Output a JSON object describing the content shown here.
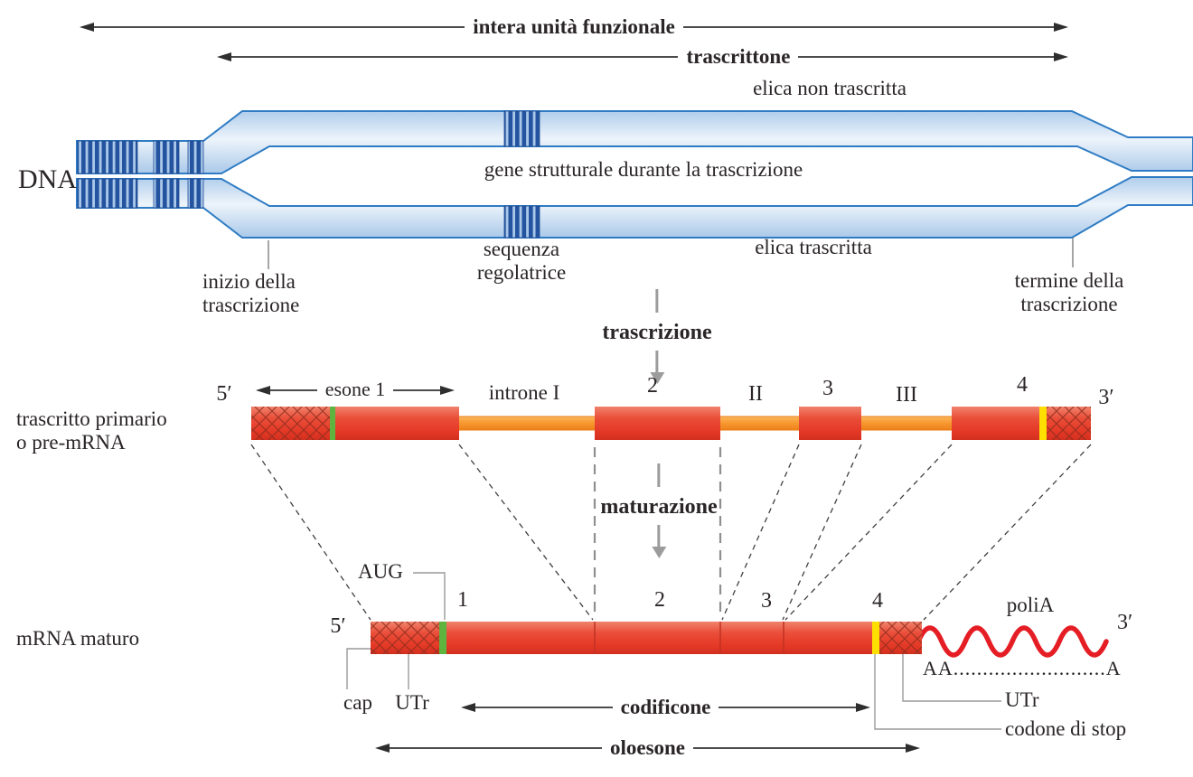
{
  "arrows": {
    "full_unit_label": "intera unità funzionale",
    "transcripton_label": "trascrittone",
    "exon1_label": "esone 1",
    "coding_label": "codificone",
    "holoexon_label": "oloesone"
  },
  "dna": {
    "label": "DNA",
    "nontranscribed_strand": "elica non trascritta",
    "structural_gene": "gene strutturale durante la trascrizione",
    "transcribed_strand": "elica trascritta",
    "regulatory_seq": {
      "line1": "sequenza",
      "line2": "regolatrice"
    },
    "transcription_start": {
      "line1": "inizio della",
      "line2": "trascrizione"
    },
    "transcription_end": {
      "line1": "termine della",
      "line2": "trascrizione"
    }
  },
  "process": {
    "transcription": "trascrizione",
    "maturation": "maturazione"
  },
  "pre_mrna": {
    "side_label": {
      "line1": "trascritto primario",
      "line2": "o pre-mRNA"
    },
    "five_prime": "5′",
    "three_prime": "3′",
    "intron1": "introne I",
    "exon2": "2",
    "intron2": "II",
    "exon3": "3",
    "intron3": "III",
    "exon4": "4"
  },
  "mrna": {
    "side_label": "mRNA maturo",
    "five_prime": "5′",
    "three_prime": "3′",
    "aug": "AUG",
    "seg1": "1",
    "seg2": "2",
    "seg3": "3",
    "seg4": "4",
    "polya": "poliA",
    "aa_tail": "AA..........................A",
    "cap": "cap",
    "utr_left": "UTr",
    "utr_right": "UTr",
    "stop_codon": "codone di stop"
  },
  "colors": {
    "dna_outline": "#2f7cc4",
    "dna_stripe": "#24549f",
    "exon_red": "#e84533",
    "intron_orange": "#f79433",
    "aug_green": "#5fb33f",
    "stop_yellow": "#ffdf00",
    "polya_wave_red": "#e51d25"
  }
}
